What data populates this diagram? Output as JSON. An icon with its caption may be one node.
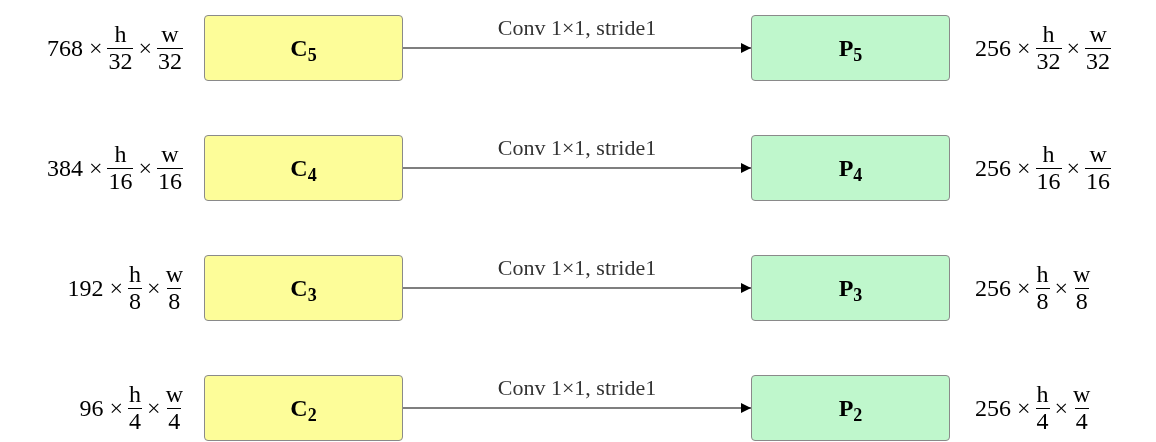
{
  "diagram": {
    "nodes": [
      {
        "text": [
          "C$_{5}$"
        ],
        "beside": [
          "768",
          "×",
          "h",
          "32",
          "×",
          "w",
          "32"
        ]
      },
      {
        "text": [
          "P$_{5}$"
        ],
        "beside": [
          "256",
          "×",
          "h",
          "32",
          "×",
          "w",
          "32"
        ]
      },
      {
        "text": [
          "C$_{4}$"
        ],
        "beside": [
          "384",
          "×",
          "h",
          "16",
          "×",
          "w",
          "16"
        ]
      },
      {
        "text": [
          "P$_{4}$"
        ],
        "beside": [
          "256",
          "×",
          "h",
          "16",
          "×",
          "w",
          "16"
        ]
      },
      {
        "text": [
          "C$_{3}$"
        ],
        "beside": [
          "192",
          "×",
          "h",
          "8",
          "×",
          "w",
          "8"
        ]
      },
      {
        "text": [
          "P$_{3}$"
        ],
        "beside": [
          "256",
          "×",
          "h",
          "8",
          "×",
          "w",
          "8"
        ]
      },
      {
        "text": [
          "C$_{2}$"
        ],
        "beside": [
          "96",
          "×",
          "h",
          "4",
          "×",
          "w",
          "4"
        ]
      },
      {
        "text": [
          "P$_{2}$"
        ],
        "beside": [
          "256",
          "×",
          "h",
          "4",
          "×",
          "w",
          "4"
        ]
      }
    ],
    "edges": [
      {
        "from": 0,
        "to": 1,
        "arrow": "to",
        "label": "Conv 1×1, stride1"
      },
      {
        "from": 2,
        "to": 3,
        "arrow": "to",
        "label": "Conv 1×1, stride1"
      },
      {
        "from": 4,
        "to": 5,
        "arrow": "to",
        "label": "Conv 1×1, stride1"
      },
      {
        "from": 6,
        "to": 7,
        "arrow": "to",
        "label": "Conv 1×1, stride1"
      }
    ]
  }
}
